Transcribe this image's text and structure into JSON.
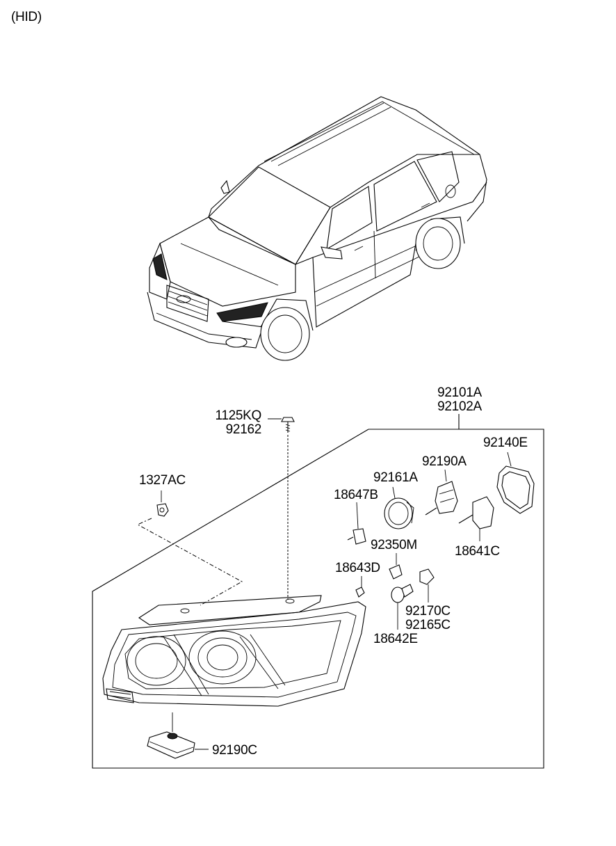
{
  "header": {
    "variant": "(HID)"
  },
  "assembly": {
    "line1": "92101A",
    "line2": "92102A"
  },
  "parts": {
    "bolt": {
      "line1": "1125KQ",
      "line2": "92162"
    },
    "nut": "1327AC",
    "gasket": "92140E",
    "socket_hid": "92190A",
    "cap": "92161A",
    "bulb_h": "18647B",
    "socket_small": "92350M",
    "bulb_hid": "18641C",
    "bulb_wedge": "18643D",
    "socket_turn_a": "92170C",
    "socket_turn_b": "92165C",
    "bulb_turn": "18642E",
    "ballast": "92190C"
  }
}
